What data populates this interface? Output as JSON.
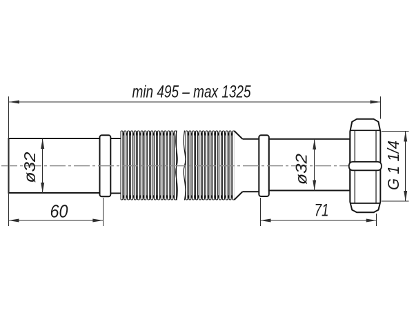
{
  "labels": {
    "length_range": "min 495 – max 1325",
    "left_length": "60",
    "right_length": "71",
    "left_diameter": "ø32",
    "right_diameter": "ø32",
    "thread_size": "G 1 1/4"
  },
  "colors": {
    "outline": "#151515",
    "dimension": "#2e2e2e",
    "centerline": "#8a8a8a",
    "shading": "#c9c9c9",
    "background": "#ffffff"
  }
}
